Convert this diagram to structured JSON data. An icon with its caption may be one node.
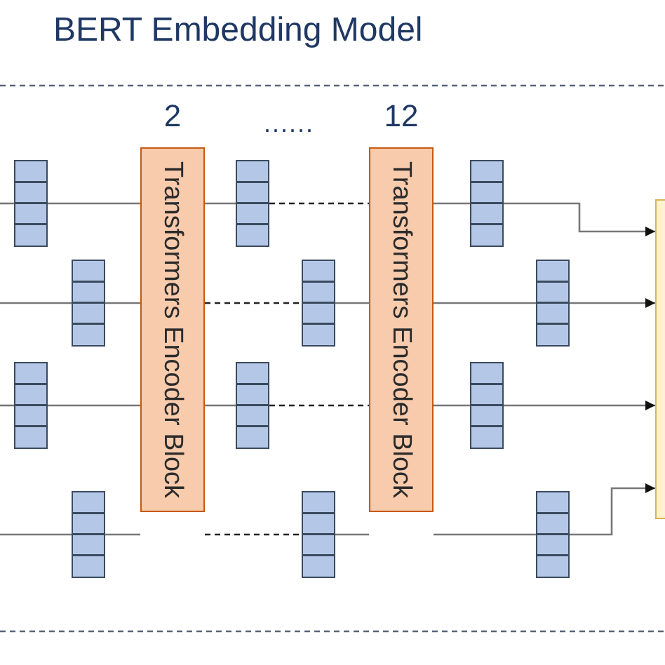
{
  "diagram": {
    "title": "BERT Embedding Model",
    "nodes": [
      {
        "text": [
          "Transformers Encoder Block"
        ],
        "beside": [
          "2"
        ]
      },
      {
        "text": [
          "Transformers Encoder Block"
        ],
        "beside": [
          "12"
        ]
      },
      {
        "text": [],
        "shape": "box"
      },
      {
        "text": [],
        "shape": "bar"
      },
      {
        "text": [],
        "shape": "bar"
      },
      {
        "text": [],
        "shape": "bar"
      },
      {
        "text": [],
        "shape": "bar"
      },
      {
        "text": [],
        "shape": "bar"
      },
      {
        "text": [],
        "shape": "bar"
      },
      {
        "text": [],
        "shape": "bar"
      },
      {
        "text": [],
        "shape": "bar"
      },
      {
        "text": [],
        "shape": "bar"
      },
      {
        "text": [],
        "shape": "bar"
      },
      {
        "text": [],
        "shape": "bar"
      },
      {
        "text": [],
        "shape": "bar"
      }
    ],
    "edges": [
      {
        "from": null,
        "to": 3,
        "arrow": "none"
      },
      {
        "from": 3,
        "to": 0,
        "arrow": "none"
      },
      {
        "from": 0,
        "to": 4,
        "arrow": "none"
      },
      {
        "from": 4,
        "to": 1,
        "arrow": "none",
        "style": "dashed"
      },
      {
        "from": 1,
        "to": 5,
        "arrow": "none"
      },
      {
        "from": 5,
        "to": 2,
        "arrow": "to"
      },
      {
        "from": null,
        "to": 6,
        "arrow": "none"
      },
      {
        "from": 6,
        "to": 0,
        "arrow": "none"
      },
      {
        "from": 0,
        "to": 7,
        "arrow": "none",
        "style": "dashed"
      },
      {
        "from": 7,
        "to": 1,
        "arrow": "none"
      },
      {
        "from": 1,
        "to": 8,
        "arrow": "none"
      },
      {
        "from": 8,
        "to": 2,
        "arrow": "to"
      },
      {
        "from": null,
        "to": 9,
        "arrow": "none"
      },
      {
        "from": 9,
        "to": 0,
        "arrow": "none"
      },
      {
        "from": 0,
        "to": 10,
        "arrow": "none"
      },
      {
        "from": 10,
        "to": 1,
        "arrow": "none",
        "style": "dashed"
      },
      {
        "from": 1,
        "to": 11,
        "arrow": "none"
      },
      {
        "from": 11,
        "to": 2,
        "arrow": "to"
      },
      {
        "from": null,
        "to": 12,
        "arrow": "none"
      },
      {
        "from": 12,
        "to": 0,
        "arrow": "none"
      },
      {
        "from": 0,
        "to": 13,
        "arrow": "none",
        "style": "dashed"
      },
      {
        "from": 13,
        "to": 1,
        "arrow": "none"
      },
      {
        "from": 1,
        "to": 14,
        "arrow": "none"
      },
      {
        "from": 14,
        "to": 2,
        "arrow": "to"
      }
    ],
    "labels": [
      "......"
    ]
  }
}
